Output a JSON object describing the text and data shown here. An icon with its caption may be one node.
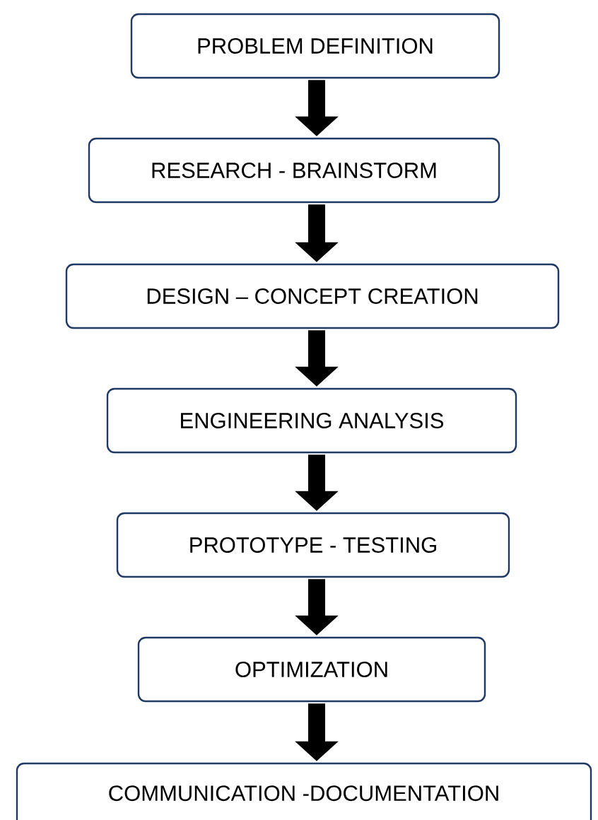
{
  "diagram": {
    "nodes": [
      {
        "text": [
          "PROBLEM DEFINITION"
        ]
      },
      {
        "text": [
          "RESEARCH - BRAINSTORM"
        ]
      },
      {
        "text": [
          "DESIGN – CONCEPT CREATION"
        ]
      },
      {
        "text": [
          "ENGINEERING ANALYSIS"
        ]
      },
      {
        "text": [
          "PROTOTYPE - TESTING"
        ]
      },
      {
        "text": [
          "OPTIMIZATION"
        ]
      },
      {
        "text": [
          "COMMUNICATION -DOCUMENTATION"
        ]
      }
    ],
    "edges": [
      {
        "from": 0,
        "to": 1,
        "arrow": "to"
      },
      {
        "from": 1,
        "to": 2,
        "arrow": "to"
      },
      {
        "from": 2,
        "to": 3,
        "arrow": "to"
      },
      {
        "from": 3,
        "to": 4,
        "arrow": "to"
      },
      {
        "from": 4,
        "to": 5,
        "arrow": "to"
      },
      {
        "from": 5,
        "to": 6,
        "arrow": "to"
      }
    ]
  }
}
